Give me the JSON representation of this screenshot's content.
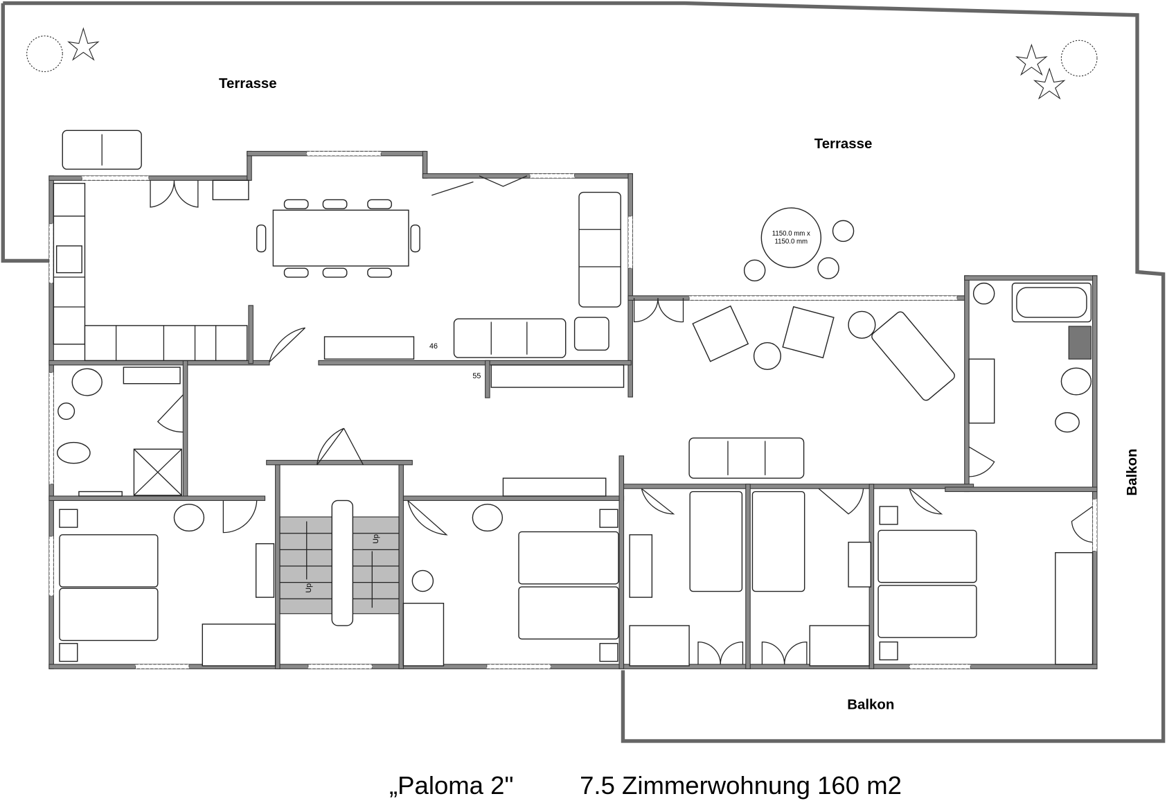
{
  "plan": {
    "rooms": {
      "terrace_west": "Terrasse",
      "terrace_east": "Terrasse",
      "balcony_south": "Balkon",
      "balcony_east": "Balkon"
    },
    "dimensions": {
      "marker_46": "46",
      "marker_55": "55",
      "round_table_line1": "1150.0 mm x",
      "round_table_line2": "1150.0 mm"
    },
    "stairs": {
      "up_left": "Up",
      "up_right": "Up"
    }
  },
  "caption": {
    "name": "„Paloma 2\"",
    "description": "7.5 Zimmerwohnung 160 m2"
  }
}
